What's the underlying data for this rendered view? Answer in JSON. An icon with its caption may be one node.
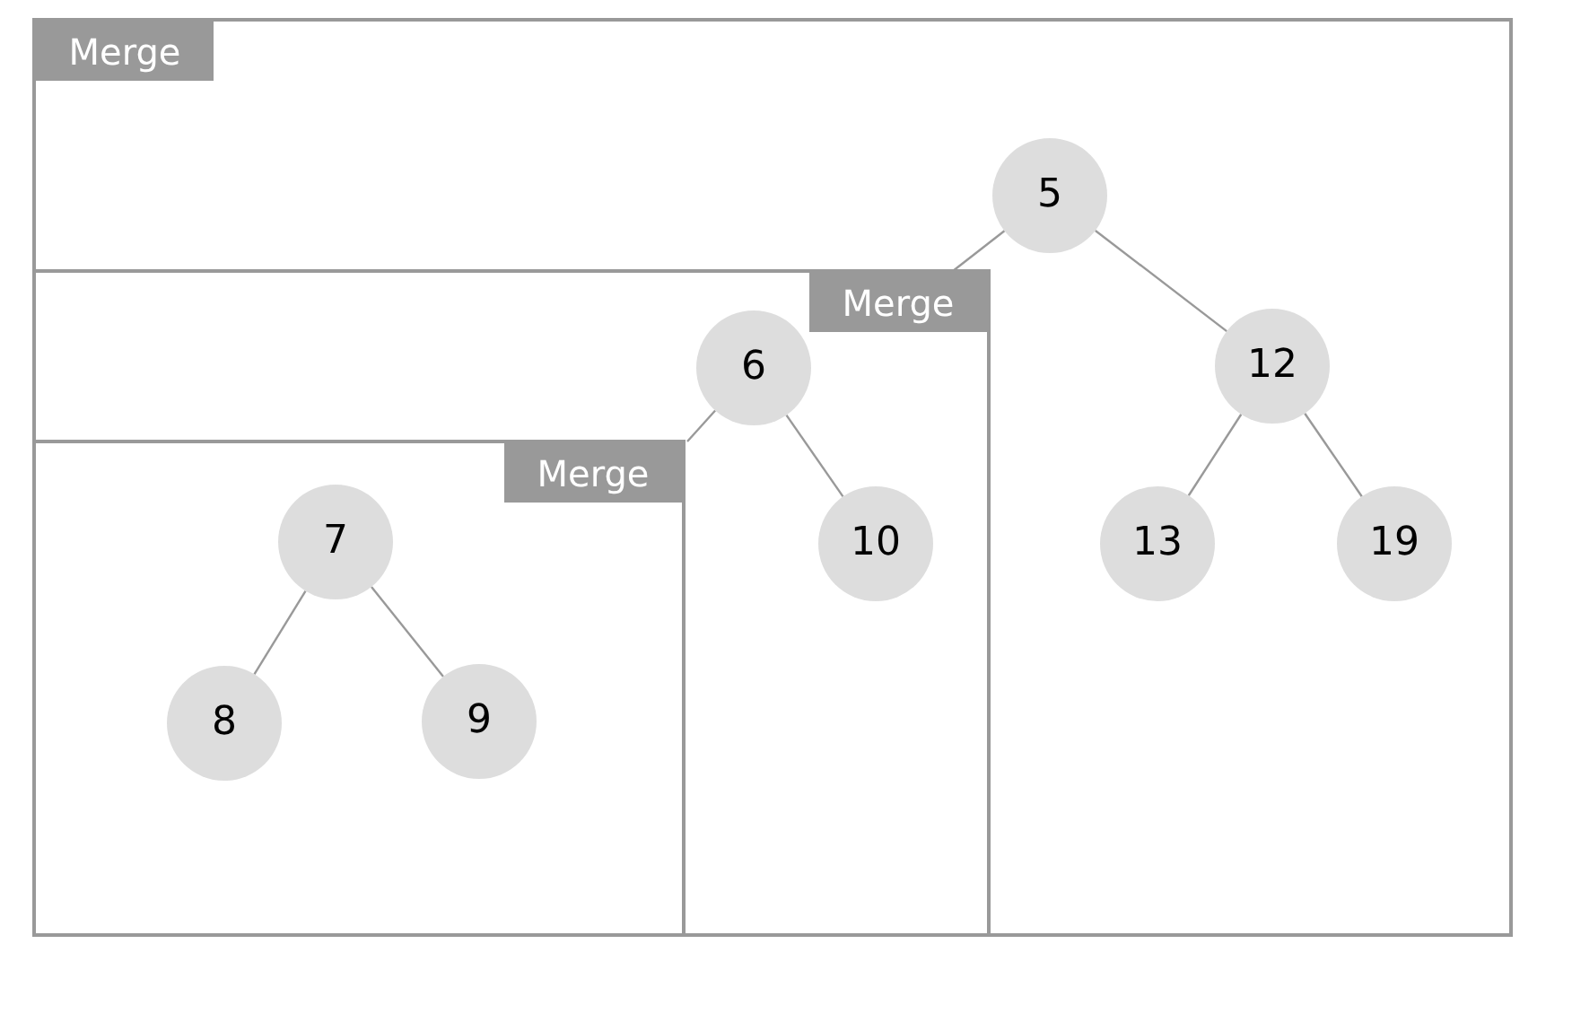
{
  "diagram": {
    "nodes": [
      {
        "text": [
          "Merge"
        ]
      },
      {
        "text": [
          "5"
        ],
        "in": 0
      },
      {
        "text": [
          "12"
        ],
        "in": 0
      },
      {
        "text": [
          "13"
        ],
        "in": 0
      },
      {
        "text": [
          "19"
        ],
        "in": 0
      },
      {
        "text": [
          "Merge"
        ],
        "in": 0
      },
      {
        "text": [
          "6"
        ],
        "in": 5
      },
      {
        "text": [
          "10"
        ],
        "in": 5
      },
      {
        "text": [
          "Merge"
        ],
        "in": 5
      },
      {
        "text": [
          "7"
        ],
        "in": 8
      },
      {
        "text": [
          "8"
        ],
        "in": 8
      },
      {
        "text": [
          "9"
        ],
        "in": 8
      }
    ],
    "edges": [
      {
        "from": 1,
        "to": 5,
        "arrow": "none"
      },
      {
        "from": 1,
        "to": 2,
        "arrow": "none"
      },
      {
        "from": 2,
        "to": 3,
        "arrow": "none"
      },
      {
        "from": 2,
        "to": 4,
        "arrow": "none"
      },
      {
        "from": 6,
        "to": 8,
        "arrow": "none"
      },
      {
        "from": 6,
        "to": 7,
        "arrow": "none"
      },
      {
        "from": 9,
        "to": 10,
        "arrow": "none"
      },
      {
        "from": 9,
        "to": 11,
        "arrow": "none"
      }
    ]
  }
}
